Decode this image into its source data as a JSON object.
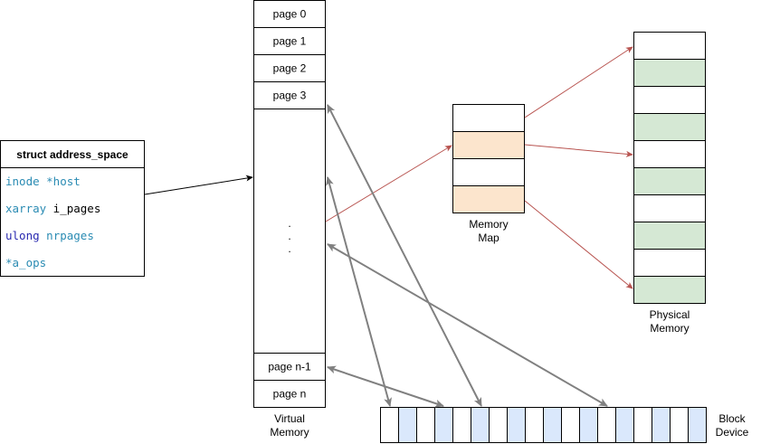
{
  "struct": {
    "title": "struct address_space",
    "fields": [
      {
        "parts": [
          {
            "text": "inode *host",
            "color": "#2a8bb3"
          }
        ]
      },
      {
        "parts": [
          {
            "text": "xarray",
            "color": "#2a8bb3"
          },
          {
            "text": " i_pages",
            "color": "#000000"
          }
        ]
      },
      {
        "parts": [
          {
            "text": "ulong",
            "color": "#2a2ab0"
          },
          {
            "text": " nrpages",
            "color": "#2a8bb3"
          }
        ]
      },
      {
        "parts": [
          {
            "text": "*a_ops",
            "color": "#2a8bb3"
          }
        ]
      }
    ]
  },
  "virtual_memory": {
    "pages_top": [
      "page 0",
      "page 1",
      "page 2",
      "page 3"
    ],
    "ellipsis": [
      ".",
      ".",
      "."
    ],
    "pages_bottom": [
      "page n-1",
      "page n"
    ],
    "label_line1": "Virtual",
    "label_line2": "Memory"
  },
  "memory_map": {
    "label_line1": "Memory",
    "label_line2": "Map",
    "cells": [
      "empty",
      "mapped",
      "empty",
      "mapped"
    ]
  },
  "physical_memory": {
    "label_line1": "Physical",
    "label_line2": "Memory",
    "cells": [
      "empty",
      "used",
      "empty",
      "used",
      "empty",
      "used",
      "empty",
      "used",
      "empty",
      "used"
    ]
  },
  "block_device": {
    "label_line1": "Block",
    "label_line2": "Device",
    "cells": [
      "empty",
      "used",
      "empty",
      "used",
      "empty",
      "used",
      "empty",
      "used",
      "empty",
      "used",
      "empty",
      "used",
      "empty",
      "used",
      "empty",
      "used",
      "empty",
      "used"
    ]
  },
  "colors": {
    "mapped_fill": "#fce5cd",
    "used_fill": "#d5e8d4",
    "block_fill": "#dae8fc",
    "map_arrow": "#b85450",
    "io_arrow": "#808080",
    "outline": "#000000"
  }
}
